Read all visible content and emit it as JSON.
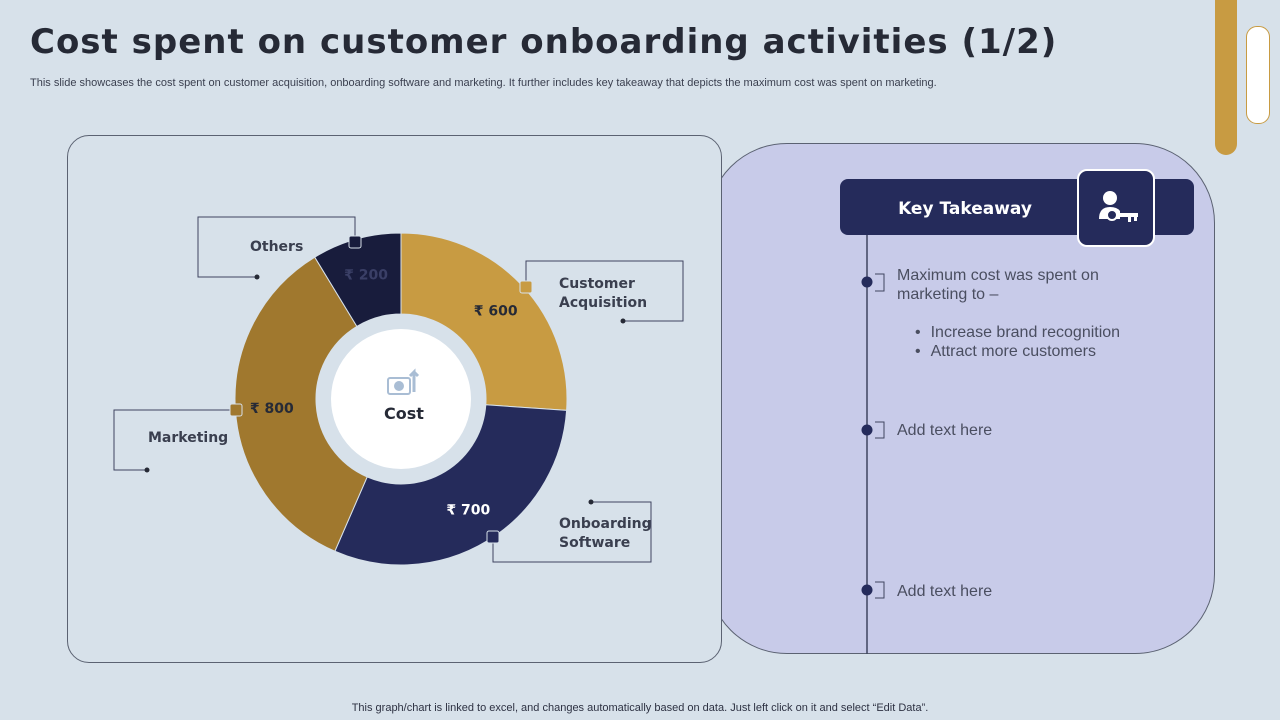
{
  "slide": {
    "title": "Cost spent on customer onboarding activities (1/2)",
    "subtitle": "This slide showcases the cost spent on customer acquisition, onboarding software and marketing. It further includes key takeaway that depicts the maximum cost was spent on marketing.",
    "footer": "This graph/chart is linked to excel,  and changes automatically based on data. Just left click on it and select “Edit Data”."
  },
  "chart_data": {
    "type": "pie",
    "variant": "donut",
    "center_label": "Cost",
    "currency_symbol": "₹",
    "categories": [
      "Customer Acquisition",
      "Onboarding Software",
      "Marketing",
      "Others"
    ],
    "values": [
      600,
      700,
      800,
      200
    ],
    "value_labels": [
      "₹ 600",
      "₹ 700",
      "₹ 800",
      "₹ 200"
    ],
    "category_labels": [
      [
        "Customer",
        "Acquisition"
      ],
      [
        "Onboarding",
        "Software"
      ],
      [
        "Marketing"
      ],
      [
        "Others"
      ]
    ],
    "colors": [
      "#c89b42",
      "#252b5b",
      "#a0782e",
      "#181c3c"
    ],
    "center_icon": "money-growth-icon"
  },
  "key_takeaway": {
    "title": "Key Takeaway",
    "icon": "user-key-icon",
    "point1": "Maximum  cost was spent on marketing to –",
    "bullets": [
      "Increase brand recognition",
      "Attract more customers"
    ],
    "point2": "Add text here",
    "point3": "Add text here"
  },
  "colors": {
    "background": "#d7e1ea",
    "navy": "#252b5b",
    "gold": "#c89b42",
    "lavender": "#c8cbe9"
  }
}
